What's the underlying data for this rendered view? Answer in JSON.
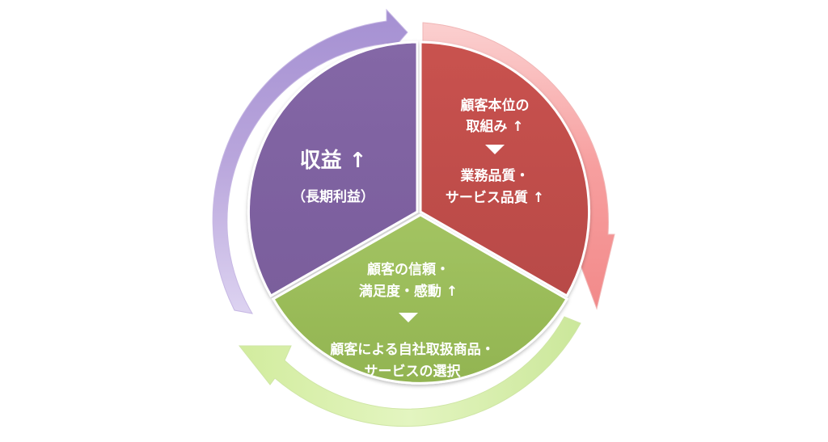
{
  "colors": {
    "red": "#c0504d",
    "green": "#9bbb59",
    "purple": "#8064a2",
    "red_arrow": "#f8a5a5",
    "green_arrow": "#d9f0a3",
    "purple_arrow": "#b9a6dc"
  },
  "segments": {
    "revenue": {
      "title": "収益 ↑",
      "subtitle": "（長期利益）"
    },
    "quality": {
      "line1": "顧客本位の",
      "line2": "取組み ↑",
      "line3": "業務品質・",
      "line4": "サービス品質 ↑"
    },
    "trust": {
      "line1": "顧客の信頼・",
      "line2": "満足度・感動 ↑",
      "line3": "顧客による自社取扱商品・",
      "line4": "サービスの選択"
    }
  },
  "icons": {
    "arrow_down": "triangle-down-icon",
    "cycle_arrow": "curved-arrow-icon"
  }
}
